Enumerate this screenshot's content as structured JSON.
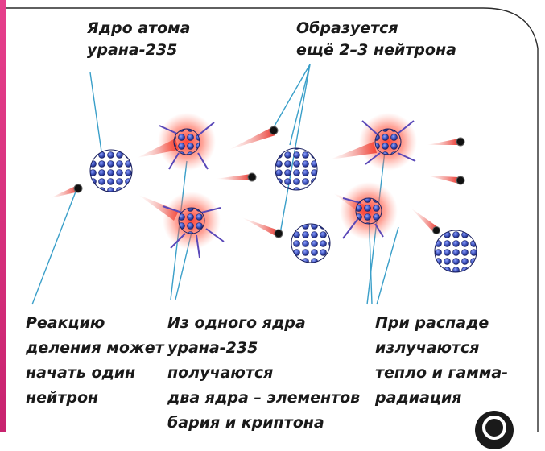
{
  "labels": {
    "nucleus": [
      "Ядро атома",
      "урана-235"
    ],
    "new_neutrons": [
      "Образуется",
      "ещё 2–3 нейтрона"
    ],
    "one_neutron": [
      "Реакцию",
      "деления может",
      "начать один",
      "нейтрон"
    ],
    "fission_products": [
      "Из одного ядра",
      "урана-235",
      "получаются",
      "два ядра – элементов",
      "бария и криптона"
    ],
    "decay_emits": [
      "При распаде",
      "излучаются",
      "тепло и гамма-",
      "радиация"
    ]
  },
  "colors": {
    "accent_bar": "#e63f8c",
    "nucleus_fill": "#3b4fb8",
    "neutron_trail": "#e8322a",
    "pointer_line": "#3a9fc9"
  },
  "icons": [
    "nucleus-icon",
    "neutron-icon",
    "gamma-ray-icon"
  ]
}
